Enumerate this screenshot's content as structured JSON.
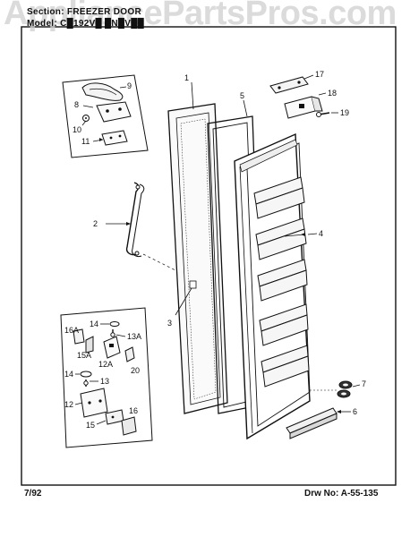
{
  "watermark": "AppliancePartsPros.com",
  "header": {
    "section_line": "Section: FREEZER DOOR",
    "model_line": "Model: C█192V█ █N█V██"
  },
  "footer": {
    "date": "7/92",
    "drawing_number": "Drw No: A-55-135"
  },
  "callouts": {
    "c1": "1",
    "c2": "2",
    "c3": "3",
    "c4": "4",
    "c5": "5",
    "c6": "6",
    "c7": "7",
    "c8": "8",
    "c9": "9",
    "c10": "10",
    "c11": "11",
    "c12": "12",
    "c12a": "12A",
    "c13": "13",
    "c13a": "13A",
    "c14a": "14",
    "c14b": "14",
    "c15": "15",
    "c15a": "15A",
    "c16": "16",
    "c16a": "16A",
    "c17": "17",
    "c18": "18",
    "c19": "19",
    "c20": "20"
  }
}
